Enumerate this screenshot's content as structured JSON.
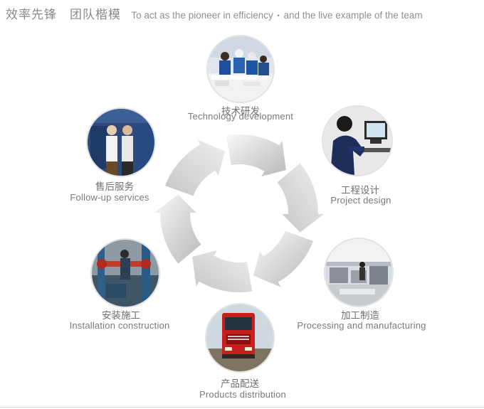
{
  "header": {
    "slogan_cn_1": "效率先锋",
    "slogan_cn_2": "团队楷模",
    "slogan_en_1": "To act as the pioneer in efficiency",
    "slogan_en_sep": "•",
    "slogan_en_2": "and the live example of the team"
  },
  "steps": [
    {
      "id": "tech",
      "cn": "技术研发",
      "en": "Technology development",
      "icon": "engineers-meeting-photo"
    },
    {
      "id": "design",
      "cn": "工程设计",
      "en": "Project design",
      "icon": "computer-workstation-photo"
    },
    {
      "id": "processing",
      "cn": "加工制造",
      "en": "Processing and manufacturing",
      "icon": "factory-floor-photo"
    },
    {
      "id": "distribution",
      "cn": "产品配送",
      "en": "Products distribution",
      "icon": "red-truck-photo"
    },
    {
      "id": "installation",
      "cn": "安装施工",
      "en": "Installation construction",
      "icon": "pipe-installation-photo"
    },
    {
      "id": "service",
      "cn": "售后服务",
      "en": "Follow-up  services",
      "icon": "service-team-photo"
    }
  ],
  "colors": {
    "arrow_light": "#f4f4f4",
    "arrow_dark": "#bdbdbd",
    "text": "#6f6f6f"
  }
}
